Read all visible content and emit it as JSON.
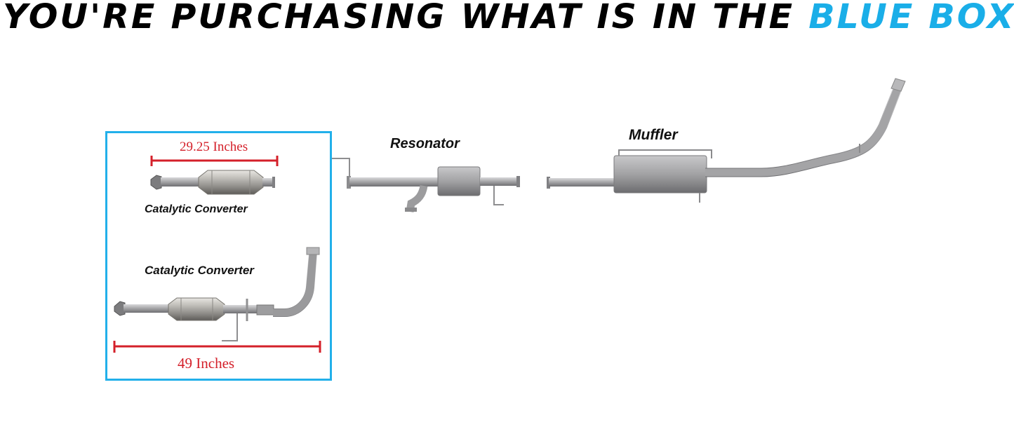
{
  "headline": {
    "main": "YOU'RE PURCHASING WHAT IS IN THE",
    "highlight": "BLUE BOX"
  },
  "colors": {
    "highlight_blue": "#1aaee8",
    "box_border": "#22b0ea",
    "dimension_red": "#d4202a",
    "pipe_gray": "#a7a7a9"
  },
  "blue_box": {
    "top_dimension": "29.25 Inches",
    "top_part_label": "Catalytic  Converter",
    "bottom_part_label": "Catalytic  Converter",
    "bottom_dimension": "49 Inches"
  },
  "parts": {
    "resonator_label": "Resonator",
    "muffler_label": "Muffler"
  }
}
